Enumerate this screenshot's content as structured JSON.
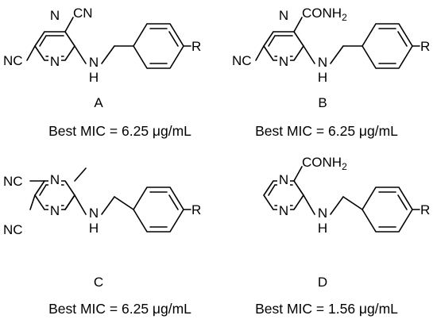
{
  "atoms": {
    "nitrogen": "N",
    "nitrile": "CN",
    "nitrile_left": "NC",
    "amide": "CONH",
    "amide_sub": "2",
    "amine": "H",
    "r_group": "R"
  },
  "compounds": [
    {
      "label": "A",
      "mic": "Best MIC = 6.25 μg/mL"
    },
    {
      "label": "B",
      "mic": "Best MIC = 6.25 μg/mL"
    },
    {
      "label": "C",
      "mic": "Best MIC = 6.25 μg/mL"
    },
    {
      "label": "D",
      "mic": "Best MIC = 1.56 μg/mL"
    }
  ]
}
